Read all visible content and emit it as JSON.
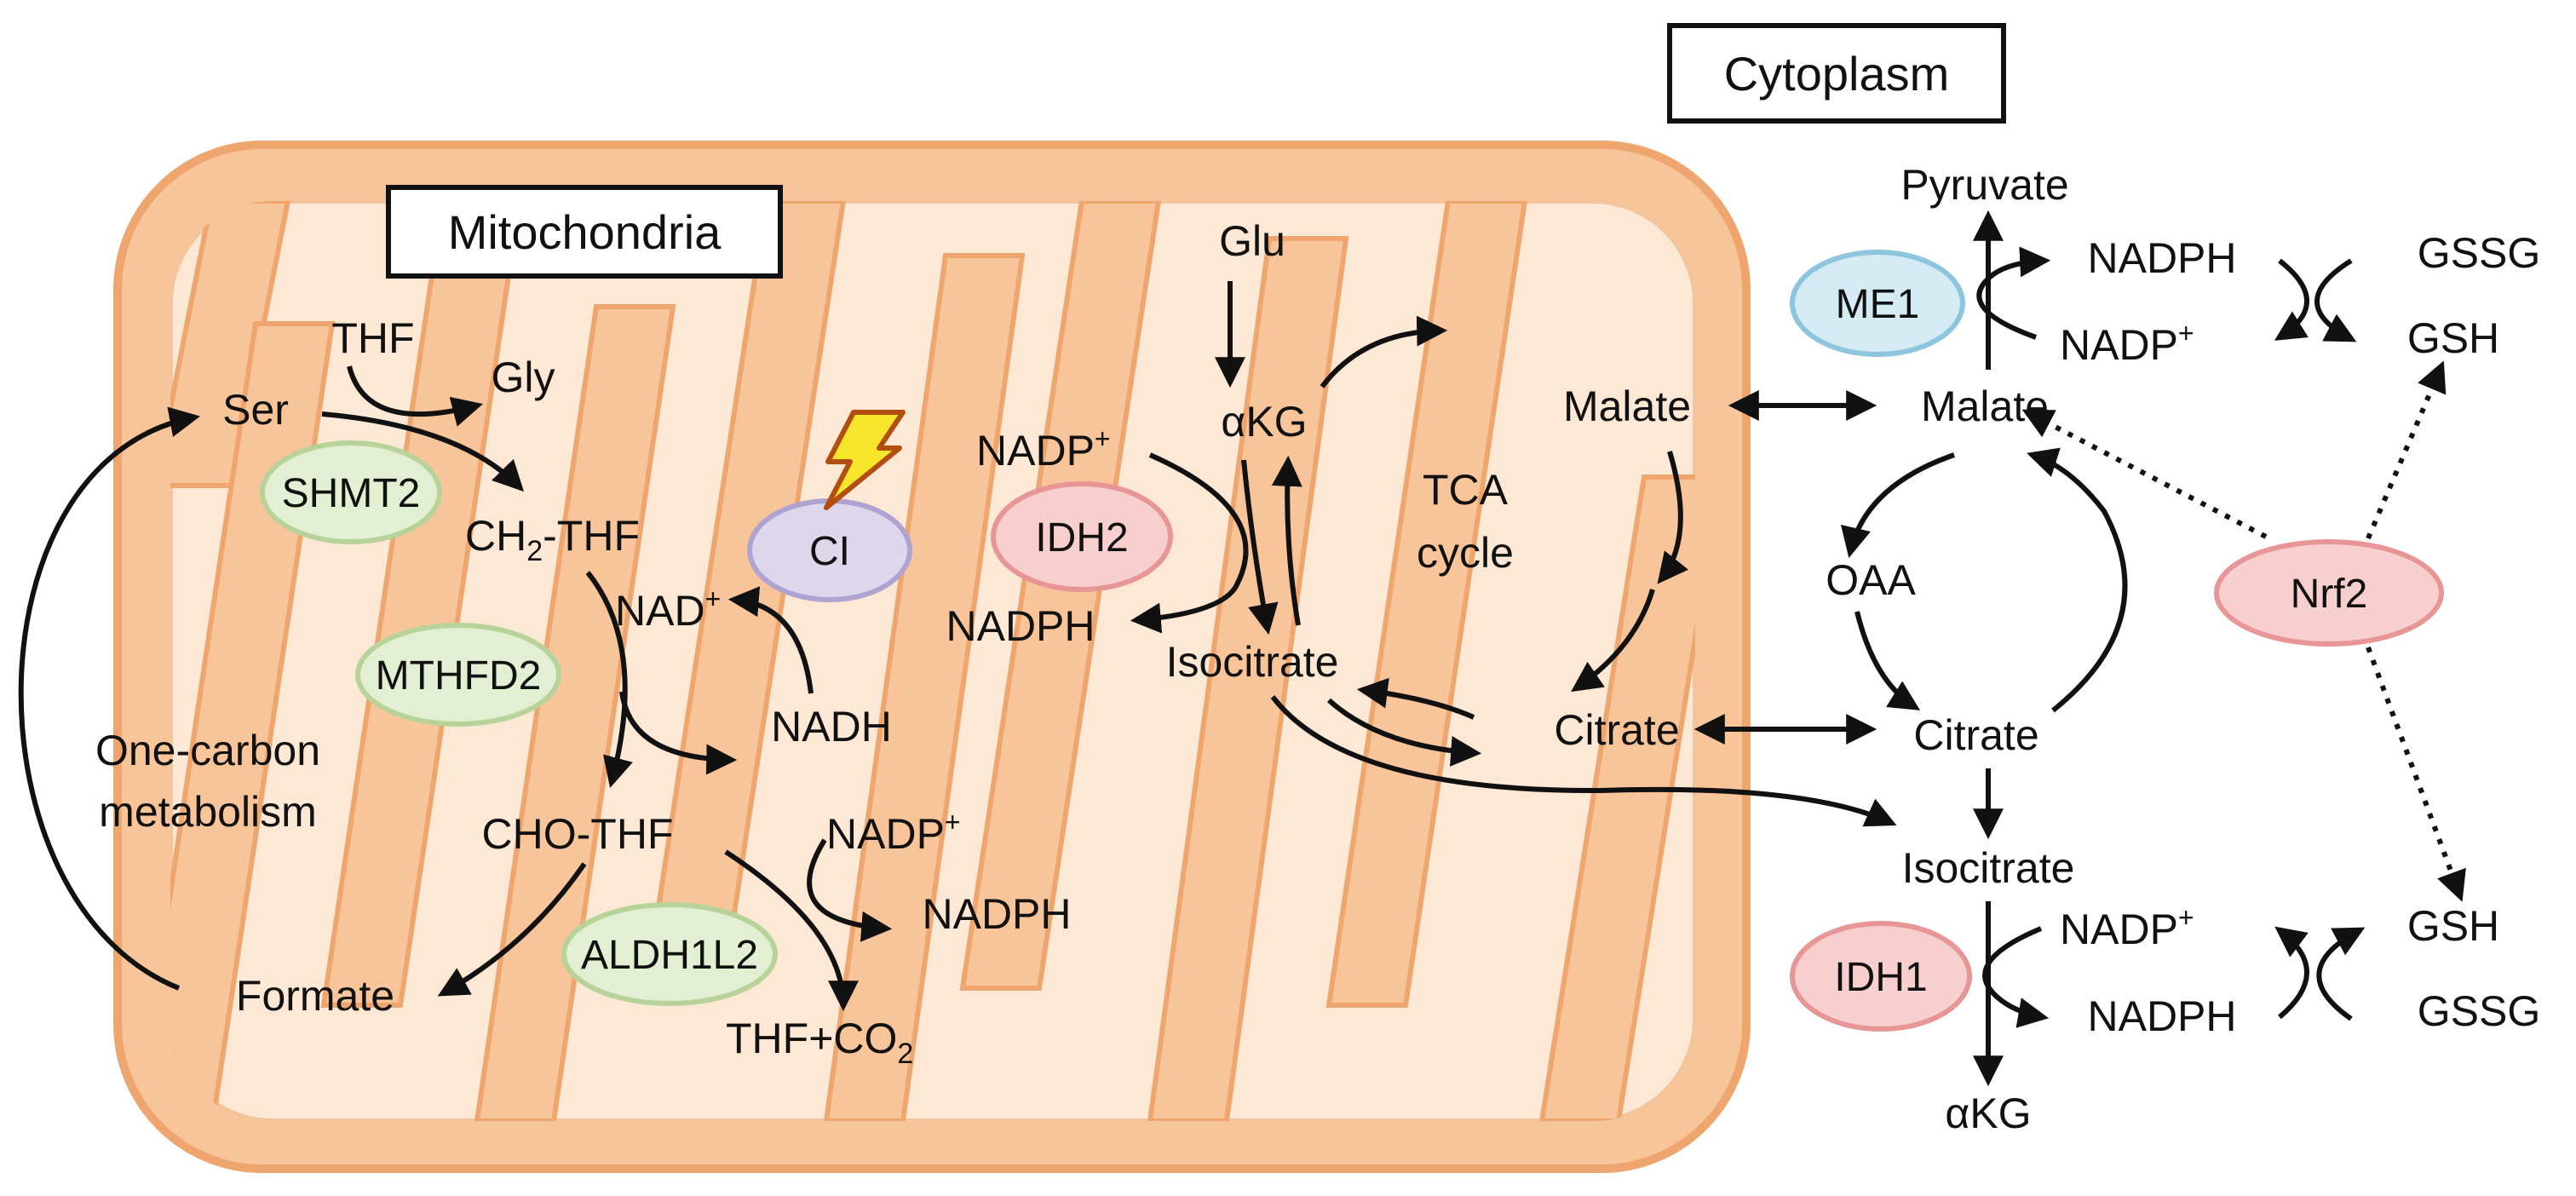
{
  "colors": {
    "membrane_fill": "#f8c59a",
    "membrane_stroke": "#efa66e",
    "matrix_fill": "#fde8d6",
    "green_fill": "#e3efd3",
    "green_stroke": "#b7d39a",
    "pink_fill": "#f7cfcf",
    "pink_stroke": "#e79595",
    "blue_fill": "#d5ebf4",
    "blue_stroke": "#8cc5dd",
    "purple_fill": "#ddd7ec",
    "purple_stroke": "#aea3d1",
    "lightning_fill": "#f7e52b",
    "lightning_stroke": "#b24f10"
  },
  "compartments": {
    "mitochondria": "Mitochondria",
    "cytoplasm": "Cytoplasm"
  },
  "enzymes": {
    "shmt2": "SHMT2",
    "mthfd2": "MTHFD2",
    "aldh1l2": "ALDH1L2",
    "ci": "CI",
    "idh2": "IDH2",
    "me1": "ME1",
    "idh1": "IDH1",
    "nrf2": "Nrf2"
  },
  "one_carbon": {
    "thf": "THF",
    "gly": "Gly",
    "ser": "Ser",
    "ch2_thf_pre": "CH",
    "ch2_thf_sub": "2",
    "ch2_thf_post": "-THF",
    "nad_plus": "NAD",
    "plus": "+",
    "nadh": "NADH",
    "cho_thf": "CHO-THF",
    "nadp_plus": "NADP",
    "nadph": "NADPH",
    "formate": "Formate",
    "thf_co2_pre": "THF+CO",
    "thf_co2_sub": "2",
    "pathway_line1": "One-carbon",
    "pathway_line2": "metabolism"
  },
  "tca": {
    "glu": "Glu",
    "akg": "αKG",
    "nadp_plus": "NADP",
    "plus": "+",
    "nadph": "NADPH",
    "isocitrate": "Isocitrate",
    "cycle_line1": "TCA",
    "cycle_line2": "cycle",
    "malate": "Malate",
    "citrate": "Citrate"
  },
  "cytoplasm": {
    "pyruvate": "Pyruvate",
    "nadph_top": "NADPH",
    "nadp_plus_top": "NADP",
    "gssg_top": "GSSG",
    "gsh_top": "GSH",
    "malate": "Malate",
    "oaa": "OAA",
    "citrate": "Citrate",
    "isocitrate": "Isocitrate",
    "nadp_plus_bottom": "NADP",
    "nadph_bottom": "NADPH",
    "gsh_bottom": "GSH",
    "gssg_bottom": "GSSG",
    "akg": "αKG",
    "plus": "+"
  }
}
